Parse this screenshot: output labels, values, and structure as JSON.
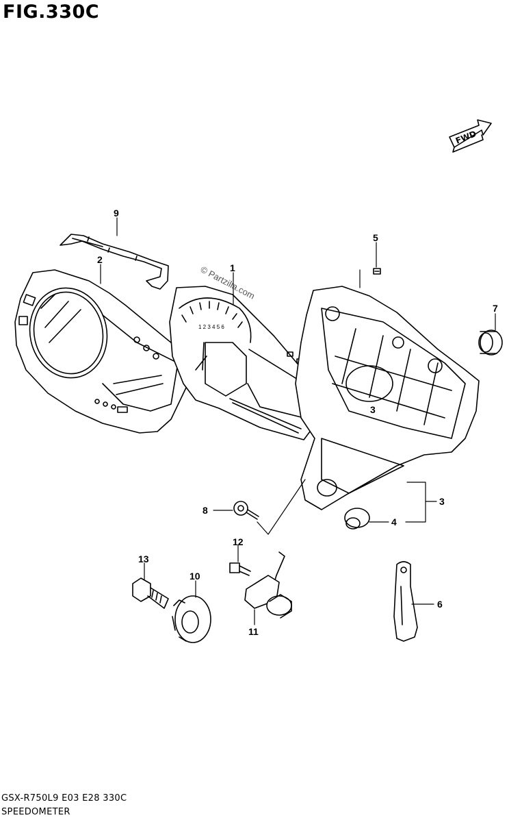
{
  "figure": {
    "title": "FIG.330C",
    "model_line": "GSX-R750L9  E03  E28  330C",
    "section_name": "SPEEDOMETER",
    "watermark": "© Partzilla.com",
    "fwd_label": "FWD"
  },
  "callouts": [
    {
      "id": "1",
      "label": "1"
    },
    {
      "id": "2",
      "label": "2"
    },
    {
      "id": "3",
      "label": "3"
    },
    {
      "id": "4",
      "label": "4"
    },
    {
      "id": "5",
      "label": "5"
    },
    {
      "id": "6",
      "label": "6"
    },
    {
      "id": "7",
      "label": "7"
    },
    {
      "id": "8",
      "label": "8"
    },
    {
      "id": "9",
      "label": "9"
    },
    {
      "id": "10",
      "label": "10"
    },
    {
      "id": "11",
      "label": "11"
    },
    {
      "id": "12",
      "label": "12"
    },
    {
      "id": "13",
      "label": "13"
    }
  ],
  "inline_mark": "3"
}
